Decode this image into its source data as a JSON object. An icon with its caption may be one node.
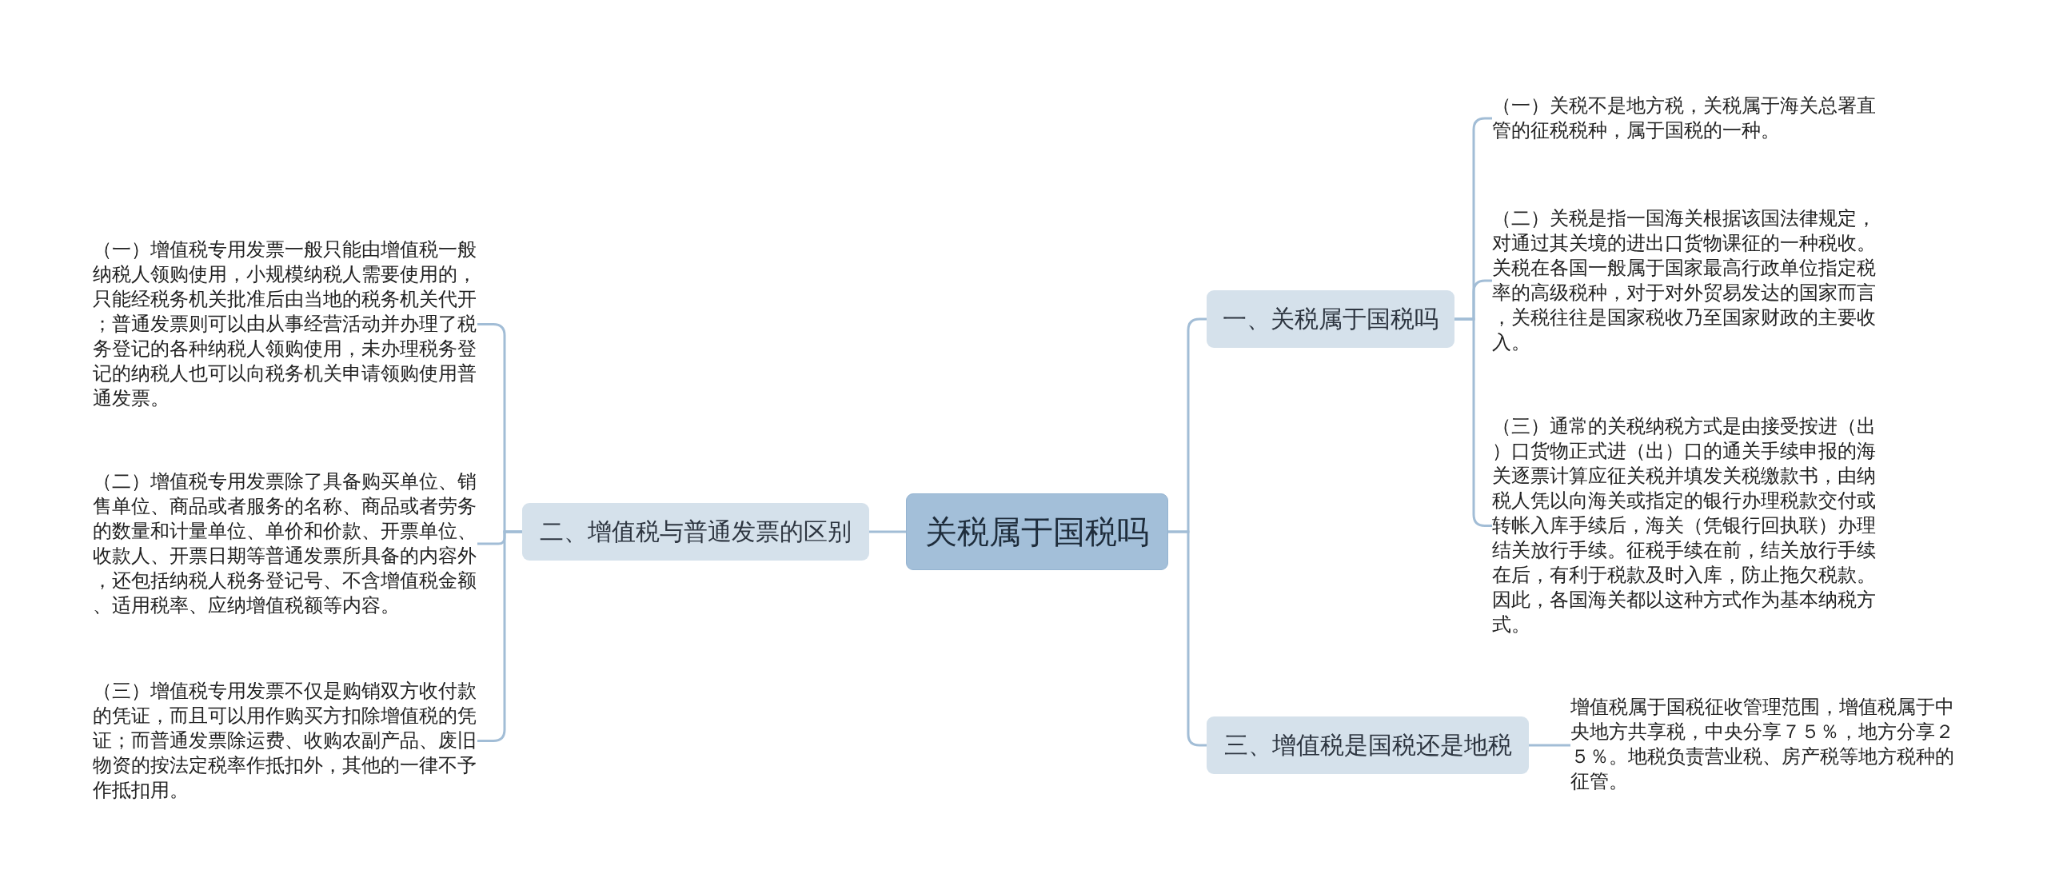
{
  "diagram": {
    "nodes": [
      {
        "text": [
          "关税属于国税吗"
        ]
      },
      {
        "text": [
          "一、关税属于国税吗"
        ]
      },
      {
        "text": [
          "（一）关税不是地方税，关税属于海关总署直管的征税税种，属于国税的一种。"
        ]
      },
      {
        "text": [
          "（二）关税是指一国海关根据该国法律规定，对通过其关境的进出口货物课征的一种税收。关税在各国一般属于国家最高行政单位指定税率的高级税种，对于对外贸易发达的国家而言，关税往往是国家税收乃至国家财政的主要收入。"
        ]
      },
      {
        "text": [
          "（三）通常的关税纳税方式是由接受按进（出）口货物正式进（出）口的通关手续申报的海关逐票计算应征关税并填发关税缴款书，由纳税人凭以向海关或指定的银行办理税款交付或转帐入库手续后，海关（凭银行回执联）办理结关放行手续。征税手续在前，结关放行手续在后，有利于税款及时入库，防止拖欠税款。因此，各国海关都以这种方式作为基本纳税方式。"
        ]
      },
      {
        "text": [
          "三、增值税是国税还是地税"
        ]
      },
      {
        "text": [
          "增值税属于国税征收管理范围，增值税属于中央地方共享税，中央分享７５％，地方分享２５％。地税负责营业税、房产税等地方税种的征管。"
        ]
      },
      {
        "text": [
          "二、增值税与普通发票的区别"
        ]
      },
      {
        "text": [
          "（一）增值税专用发票一般只能由增值税一般纳税人领购使用，小规模纳税人需要使用的，只能经税务机关批准后由当地的税务机关代开；普通发票则可以由从事经营活动并办理了税务登记的各种纳税人领购使用，未办理税务登记的纳税人也可以向税务机关申请领购使用普通发票。"
        ]
      },
      {
        "text": [
          "（二）增值税专用发票除了具备购买单位、销售单位、商品或者服务的名称、商品或者劳务的数量和计量单位、单价和价款、开票单位、收款人、开票日期等普通发票所具备的内容外，还包括纳税人税务登记号、不含增值税金额、适用税率、应纳增值税额等内容。"
        ]
      },
      {
        "text": [
          "（三）增值税专用发票不仅是购销双方收付款的凭证，而且可以用作购买方扣除增值税的凭证；而普通发票除运费、收购农副产品、废旧物资的按法定税率作抵扣外，其他的一律不予作抵扣用。"
        ]
      }
    ],
    "edges": [
      {
        "from": 0,
        "to": 1,
        "arrow": "none"
      },
      {
        "from": 1,
        "to": 2,
        "arrow": "none"
      },
      {
        "from": 1,
        "to": 3,
        "arrow": "none"
      },
      {
        "from": 1,
        "to": 4,
        "arrow": "none"
      },
      {
        "from": 0,
        "to": 5,
        "arrow": "none"
      },
      {
        "from": 5,
        "to": 6,
        "arrow": "none"
      },
      {
        "from": 0,
        "to": 7,
        "arrow": "none"
      },
      {
        "from": 7,
        "to": 8,
        "arrow": "none"
      },
      {
        "from": 7,
        "to": 9,
        "arrow": "none"
      },
      {
        "from": 7,
        "to": 10,
        "arrow": "none"
      }
    ]
  }
}
